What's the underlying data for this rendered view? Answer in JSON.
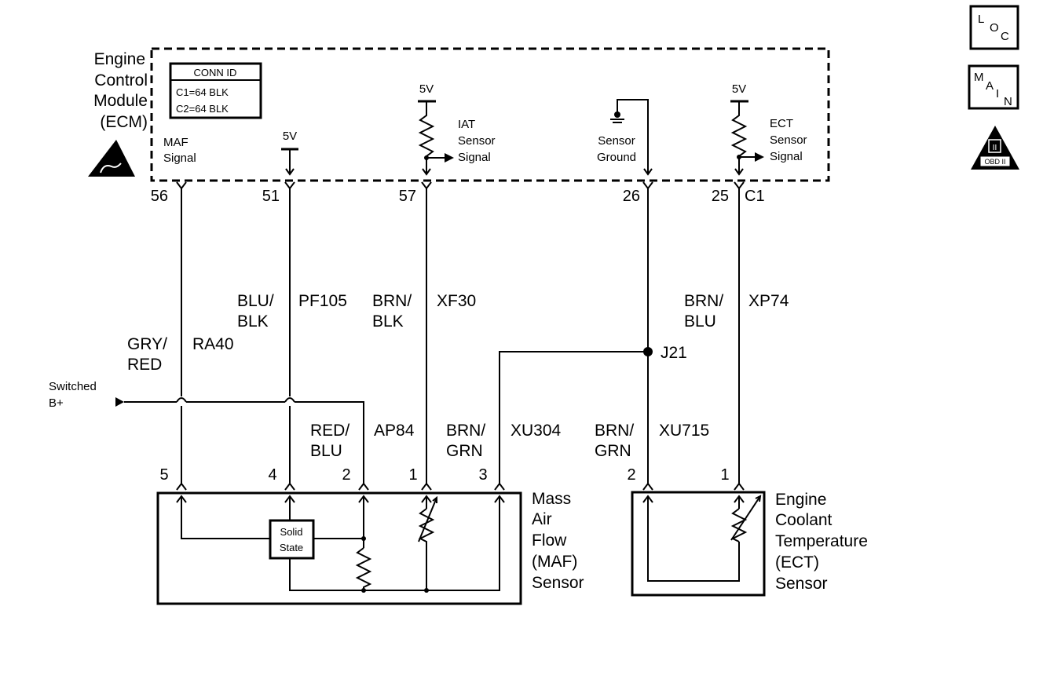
{
  "ecm": {
    "title_lines": [
      "Engine",
      "Control",
      "Module",
      "(ECM)"
    ],
    "conn_id": {
      "title": "CONN ID",
      "lines": [
        "C1=64 BLK",
        "C2=64 BLK"
      ]
    },
    "connector": "C1",
    "pins": [
      "56",
      "51",
      "57",
      "26",
      "25"
    ],
    "labels": {
      "maf_signal": [
        "MAF",
        "Signal"
      ],
      "v5": "5V",
      "iat": [
        "IAT",
        "Sensor",
        "Signal"
      ],
      "sensor_ground": [
        "Sensor",
        "Ground"
      ],
      "ect": [
        "ECT",
        "Sensor",
        "Signal"
      ]
    }
  },
  "wires": {
    "w56": {
      "color": [
        "GRY/",
        "RED"
      ],
      "circuit": "RA40"
    },
    "w51": {
      "color": [
        "BLU/",
        "BLK"
      ],
      "circuit": "PF105"
    },
    "w57": {
      "color": [
        "BRN/",
        "BLK"
      ],
      "circuit": "XF30"
    },
    "w25": {
      "color": [
        "BRN/",
        "BLU"
      ],
      "circuit": "XP74"
    },
    "wAP": {
      "color": [
        "RED/",
        "BLU"
      ],
      "circuit": "AP84"
    },
    "wXU304": {
      "color": [
        "BRN/",
        "GRN"
      ],
      "circuit": "XU304"
    },
    "wXU715": {
      "color": [
        "BRN/",
        "GRN"
      ],
      "circuit": "XU715"
    }
  },
  "splice": "J21",
  "switched": [
    "Switched",
    "B+"
  ],
  "maf_sensor": {
    "pins": [
      "5",
      "4",
      "2",
      "1",
      "3"
    ],
    "name_lines": [
      "Mass",
      "Air",
      "Flow",
      "(MAF)",
      "Sensor"
    ],
    "solid_state": [
      "Solid",
      "State"
    ]
  },
  "ect_sensor": {
    "pins": [
      "2",
      "1"
    ],
    "name_lines": [
      "Engine",
      "Coolant",
      "Temperature",
      "(ECT)",
      "Sensor"
    ]
  },
  "badges": {
    "loc": [
      "L",
      "O",
      "C"
    ],
    "main": [
      "M",
      "A",
      "I",
      "N"
    ],
    "obd": [
      "II",
      "OBD II"
    ]
  }
}
